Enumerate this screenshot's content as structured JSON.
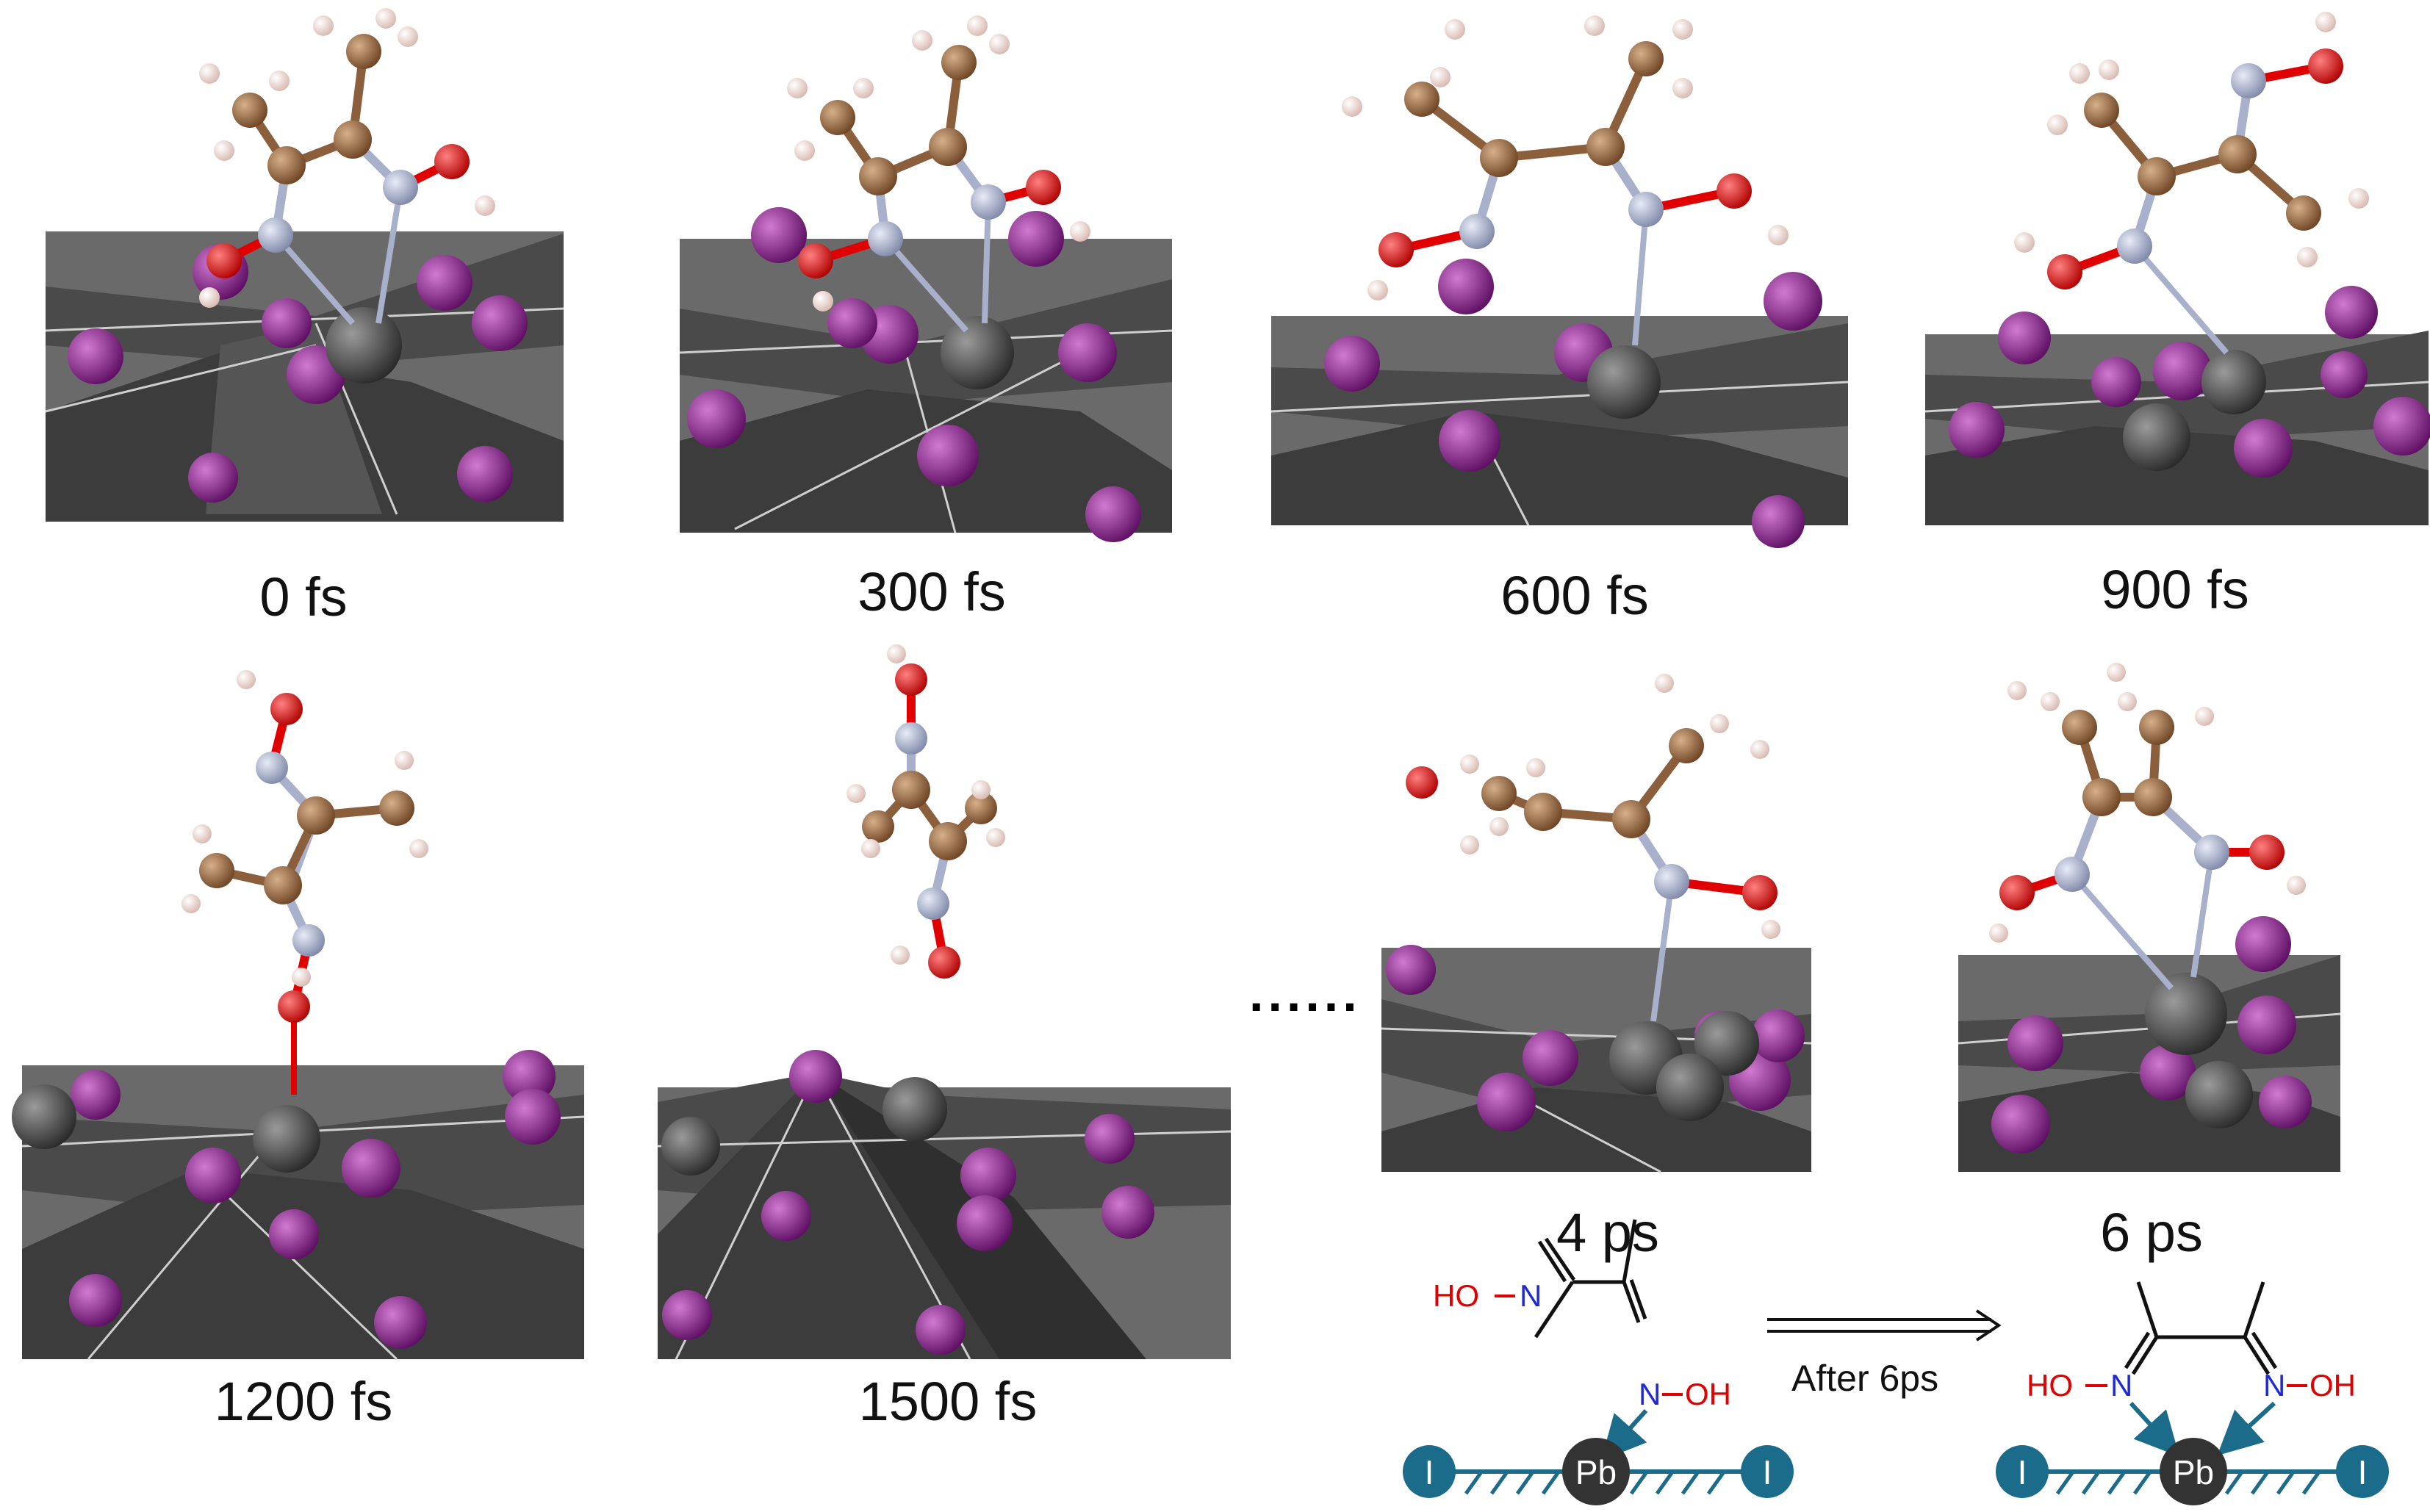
{
  "frames": [
    {
      "id": "f0",
      "label": "0 fs"
    },
    {
      "id": "f300",
      "label": "300 fs"
    },
    {
      "id": "f600",
      "label": "600 fs"
    },
    {
      "id": "f900",
      "label": "900 fs"
    },
    {
      "id": "f1200",
      "label": "1200 fs"
    },
    {
      "id": "f1500",
      "label": "1500 fs"
    },
    {
      "id": "f4ps",
      "label": "4 ps"
    },
    {
      "id": "f6ps",
      "label": "6 ps"
    }
  ],
  "ellipsis": "......",
  "scheme": {
    "left": {
      "ho": "HO",
      "n_top": "N",
      "n_bottom": "N",
      "oh": "OH"
    },
    "arrow_label": "After 6ps",
    "right": {
      "ho": "HO",
      "n_left": "N",
      "n_right": "N",
      "oh": "OH"
    },
    "pb": "Pb",
    "iodide": "I"
  },
  "colors": {
    "carbon": "#8b5e3c",
    "hydrogen": "#f2dcd6",
    "nitrogen": "#a8b0cc",
    "oxygen": "#e00000",
    "iodine": "#8e1f8e",
    "lead": "#4a4a4a",
    "octahedron": "#5a5a5a",
    "scheme_red": "#e00000",
    "scheme_blue": "#1f2bd0",
    "scheme_teal": "#1b6b8a"
  }
}
